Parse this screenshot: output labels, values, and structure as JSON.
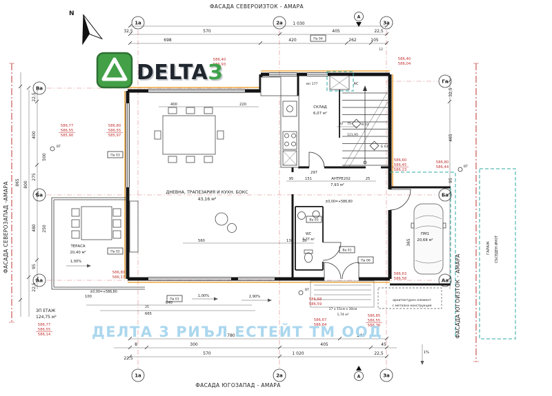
{
  "facades": {
    "top": "ФАСАДА СЕВЕРОИЗТОК - АМАРА",
    "bottom": "ФАСАДА ЮГОЗАПАД - АМАРА",
    "left": "ФАСАДА СЕВЕРОЗАПАД -АМАРА",
    "right": "ФАСАДА ЮГОИЗТОК - АМАРА"
  },
  "compass": {
    "label": "N"
  },
  "logo": {
    "part1": "DELTA",
    "part2": "З"
  },
  "watermark": {
    "text": "ДЕЛТА 3 РИЪЛ ЕСТЕЙТ ТМ ООД"
  },
  "axes": {
    "top": [
      "1а",
      "2а",
      "3а"
    ],
    "bottom": [
      "1а",
      "2а",
      "3а"
    ],
    "left": [
      "Ва",
      "Ба",
      "Аа"
    ],
    "right": [
      "Га",
      "Ба",
      "Аа"
    ],
    "section": "А"
  },
  "rooms": {
    "living": {
      "name": "ДНЕВНА, ТРАПЕЗАРИЯ И КУХН. БОКС",
      "area": "43,16 м²"
    },
    "storage": {
      "name": "СКЛАД",
      "area": "6,07 м²"
    },
    "hall": {
      "name": "АНТРЕ",
      "area": "7,93 м²"
    },
    "terrace": {
      "name": "ТЕРАСА",
      "area": "20,40 м²"
    },
    "wc": {
      "name": "WC",
      "area": "3,37 м²"
    },
    "parking": {
      "name": "ПМ1",
      "area": "20,68 м²"
    },
    "ac": "АС",
    "neighbor_line1": "ГАРАЖ",
    "neighbor_line2": "СЪСЕДЕН ИМОТ"
  },
  "levels": {
    "zero1": "±0,00=+586,80",
    "zero2": "±0,00=+586,80",
    "stair_mark": "121,95"
  },
  "panels": {
    "pa01": "Па 01",
    "pa02": "Па 02",
    "pa03": "Па 03",
    "pa04": "Па 04",
    "pa06": "Па 06",
    "va01": "Ва 01",
    "va03": "Ва 03",
    "b03": "Б 03",
    "v03": "В 03"
  },
  "slopes": [
    "1,00%",
    "1,00%",
    "2,90%",
    "1%"
  ],
  "notes": {
    "arch_line1": "архитектурен елемент",
    "arch_line2": "с метална конструкция",
    "stair_note": "17 х 15см х 30см",
    "stair_area": "1,74 м²",
    "floor_label": "ЗП ЕТАЖ",
    "floor_area": "124,75 м²",
    "bt": "ВТ",
    "mp": "мп 177"
  },
  "dims": {
    "top": [
      "1 030",
      "32,5",
      "570",
      "405",
      "22,5",
      "698",
      "420",
      "262",
      "105",
      "12"
    ],
    "bottom": [
      "780",
      "240",
      "8",
      "300",
      "405",
      "45",
      "570",
      "1 020",
      "22,5",
      "22,5"
    ],
    "left": [
      "865",
      "800",
      "22,5",
      "400",
      "275",
      "480",
      "95",
      "22,5",
      "500",
      "250"
    ],
    "right": [
      "32,5",
      "465",
      "95",
      "365"
    ],
    "inner": [
      "400",
      "220",
      "297",
      "95",
      "151",
      "202",
      "25",
      "560",
      "138",
      "35",
      "640",
      "665",
      "100",
      "25",
      "93",
      "75"
    ]
  },
  "elevations": {
    "g1": [
      "586,40",
      "586,93"
    ],
    "g2": [
      "586,40",
      "586,04"
    ],
    "g3": [
      "586,77",
      "586,55",
      "585,90"
    ],
    "g4": [
      "586,80",
      "586,55",
      "585,97"
    ],
    "g5": [
      "586,60",
      "586,45",
      "586,23"
    ],
    "g6": [
      "586,80",
      "586,44"
    ],
    "g7": [
      "586,63",
      "586,58"
    ],
    "g8": [
      "586,80",
      "586,17"
    ],
    "g9": [
      "586,68",
      "586,59"
    ],
    "g10": [
      "586,77",
      "586,55",
      "586,14"
    ],
    "g11": [
      "586,67",
      "586,64"
    ],
    "g12": [
      "586,85",
      "586,55",
      "586,36"
    ]
  }
}
